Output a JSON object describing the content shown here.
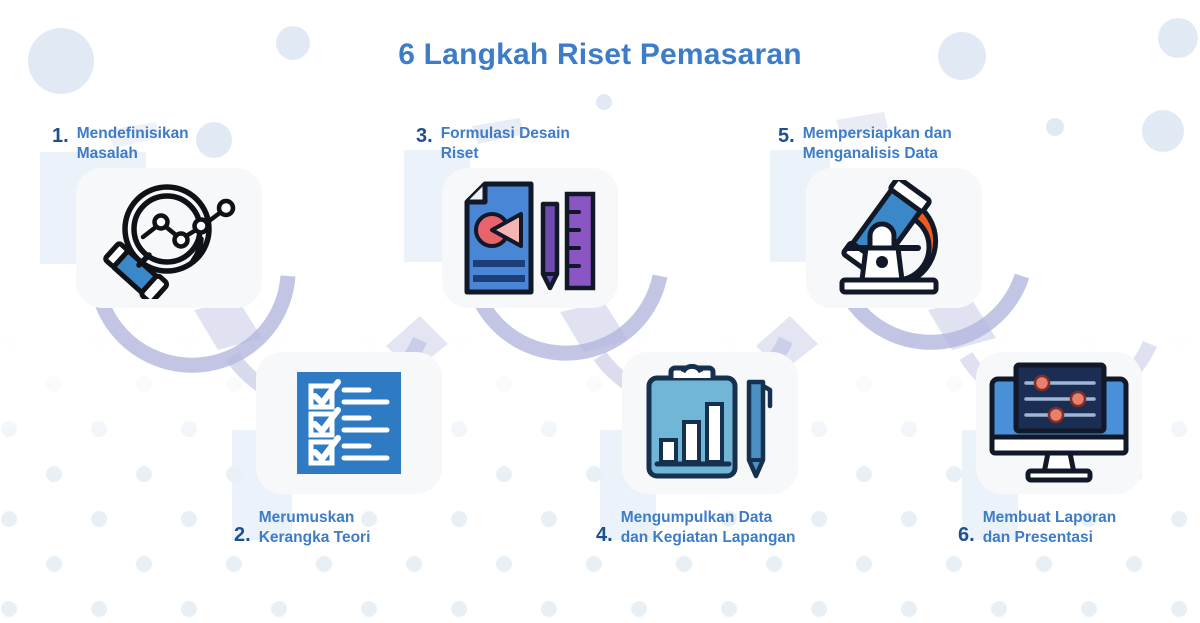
{
  "title": "6 Langkah Riset Pemasaran",
  "colors": {
    "title_blue": "#3d7cc9",
    "number_blue": "#1f4f8f",
    "label_blue": "#3d7cc9",
    "card_bg": "#f7f8fa",
    "panel_blue": "#e8f0f8",
    "decor_circle": "#e1eaf4",
    "connector_purple": "#b3b7dd",
    "dot_pattern": "#e4edf4",
    "icon_blue": "#2e7bc4",
    "icon_light_blue": "#6fb4d4",
    "icon_dark_navy": "#1b2d52",
    "icon_orange": "#ef5a20",
    "icon_purple": "#7b4fa8",
    "icon_red": "#e8646a",
    "icon_outline": "#0e1116"
  },
  "steps": [
    {
      "number": "1.",
      "label": "Mendefinisikan\nMasalah",
      "icon": "magnifying-glass-line-chart-icon",
      "position": "top"
    },
    {
      "number": "2.",
      "label": "Merumuskan\nKerangka Teori",
      "icon": "checklist-icon",
      "position": "bottom"
    },
    {
      "number": "3.",
      "label": "Formulasi Desain\nRiset",
      "icon": "document-pencil-ruler-icon",
      "position": "top"
    },
    {
      "number": "4.",
      "label": "Mengumpulkan Data\ndan Kegiatan Lapangan",
      "icon": "clipboard-bar-chart-pen-icon",
      "position": "bottom"
    },
    {
      "number": "5.",
      "label": "Mempersiapkan dan\nMenganalisis Data",
      "icon": "microscope-icon",
      "position": "top"
    },
    {
      "number": "6.",
      "label": "Membuat Laporan\ndan Presentasi",
      "icon": "desktop-monitor-sliders-icon",
      "position": "bottom"
    }
  ]
}
